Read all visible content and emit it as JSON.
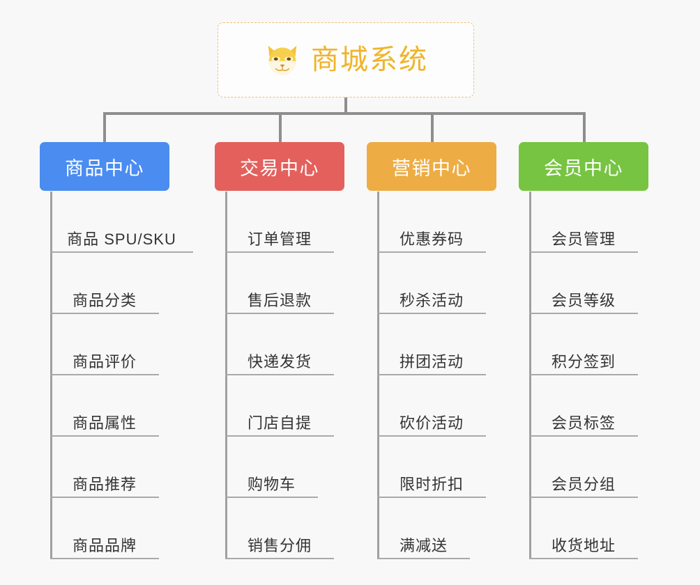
{
  "diagram": {
    "title": "商城系统",
    "background_color": "#f8f8f8",
    "root": {
      "label": "商城系统",
      "icon": "shiba-dog-face-icon",
      "text_color": "#f0b429",
      "border_color": "#f0c070",
      "border_style": "dashed"
    },
    "connector_color": "#8e8e8e",
    "trunk_color": "#a0a0a0",
    "underline_color": "#a9a9a9",
    "leaf_text_color": "#333333",
    "categories": [
      {
        "label": "商品中心",
        "color": "#4a8cf0",
        "items": [
          "商品 SPU/SKU",
          "商品分类",
          "商品评价",
          "商品属性",
          "商品推荐",
          "商品品牌"
        ]
      },
      {
        "label": "交易中心",
        "color": "#e4605c",
        "items": [
          "订单管理",
          "售后退款",
          "快递发货",
          "门店自提",
          "购物车",
          "销售分佣"
        ]
      },
      {
        "label": "营销中心",
        "color": "#edad44",
        "items": [
          "优惠券码",
          "秒杀活动",
          "拼团活动",
          "砍价活动",
          "限时折扣",
          "满减送"
        ]
      },
      {
        "label": "会员中心",
        "color": "#76c442",
        "items": [
          "会员管理",
          "会员等级",
          "积分签到",
          "会员标签",
          "会员分组",
          "收货地址"
        ]
      }
    ]
  }
}
